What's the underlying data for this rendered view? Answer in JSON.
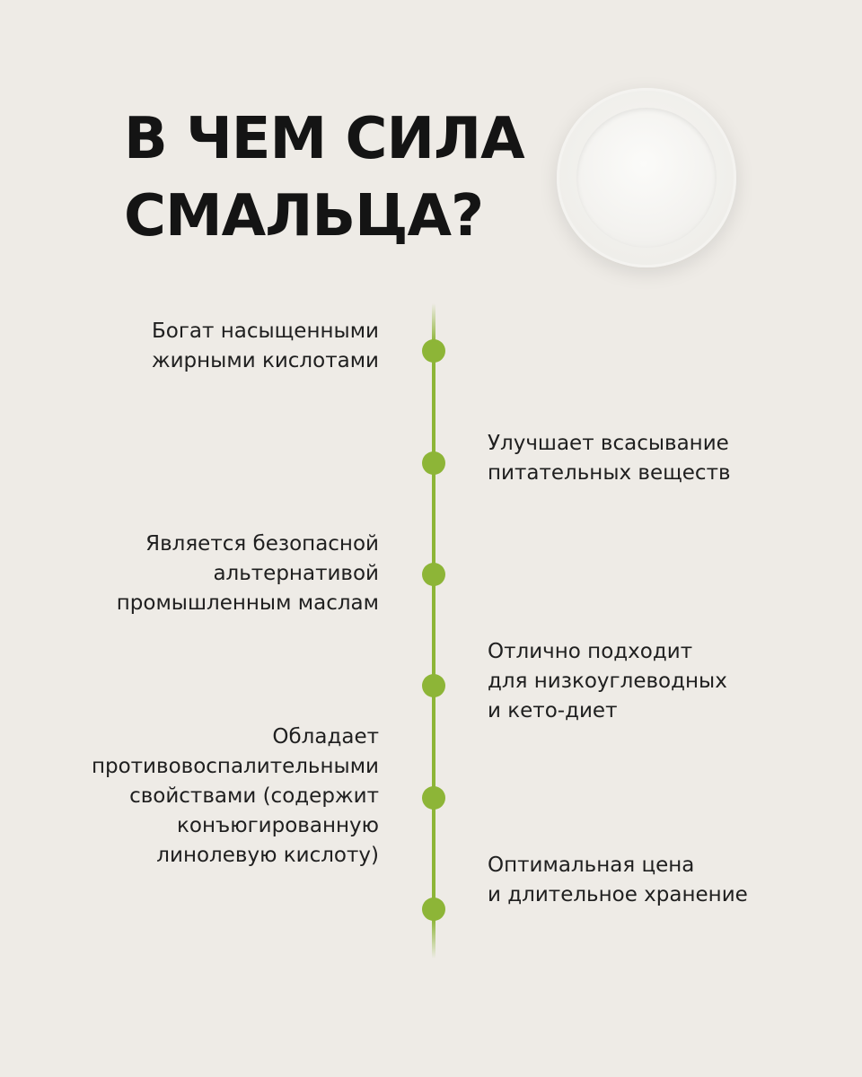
{
  "title": {
    "line1": "В ЧЕМ СИЛА",
    "line2": "СМАЛЬЦА?"
  },
  "colors": {
    "background": "#eeebe6",
    "accent": "#8db537",
    "text": "#1f1f1f"
  },
  "items": [
    {
      "side": "left",
      "lines": [
        "Богат насыщенными",
        "жирными кислотами"
      ]
    },
    {
      "side": "right",
      "lines": [
        "Улучшает всасывание",
        "питательных веществ"
      ]
    },
    {
      "side": "left",
      "lines": [
        "Является безопасной",
        "альтернативой",
        "промышленным маслам"
      ]
    },
    {
      "side": "right",
      "lines": [
        "Отлично подходит",
        "для низкоуглеводных",
        "и кето-диет"
      ]
    },
    {
      "side": "left",
      "lines": [
        "Обладает",
        "противовоспалительными",
        "свойствами (содержит",
        "конъюгированную",
        "линолевую кислоту)"
      ]
    },
    {
      "side": "right",
      "lines": [
        "Оптимальная цена",
        "и длительное хранение"
      ]
    }
  ]
}
